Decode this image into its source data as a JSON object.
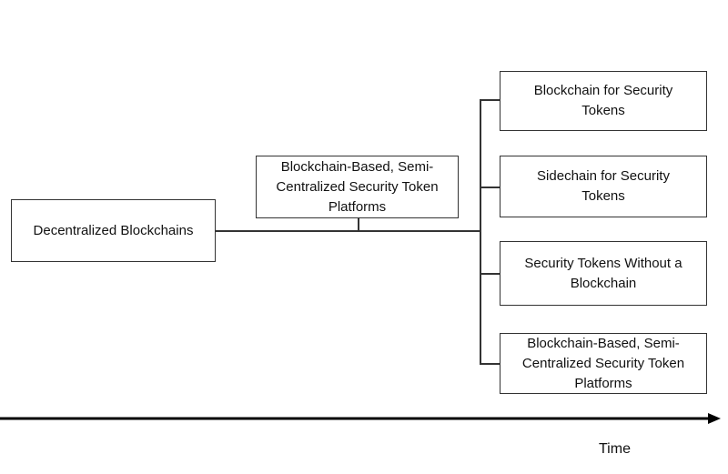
{
  "nodes": {
    "root": {
      "lines": [
        "Decentralized Blockchains"
      ]
    },
    "middle": {
      "lines": [
        "Blockchain-Based, Semi-",
        "Centralized Security Token",
        "Platforms"
      ]
    },
    "branches": [
      {
        "lines": [
          "Blockchain for Security",
          "Tokens"
        ]
      },
      {
        "lines": [
          "Sidechain for Security",
          "Tokens"
        ]
      },
      {
        "lines": [
          "Security Tokens Without a",
          "Blockchain"
        ]
      },
      {
        "lines": [
          "Blockchain-Based, Semi-",
          "Centralized Security Token",
          "Platforms"
        ]
      }
    ]
  },
  "axis": {
    "label": "Time"
  }
}
